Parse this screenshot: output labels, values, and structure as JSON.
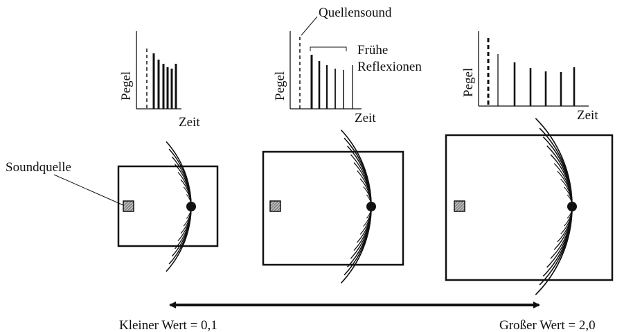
{
  "labels": {
    "pegel": "Pegel",
    "zeit": "Zeit",
    "quellensound": "Quellensound",
    "fruehe_line1": "Frühe",
    "fruehe_line2": "Reflexionen",
    "soundquelle": "Soundquelle",
    "kleiner_wert": "Kleiner Wert = 0,1",
    "grosser_wert": "Großer Wert = 2,0"
  },
  "colors": {
    "ink": "#111111",
    "source_fill": "#999999"
  }
}
